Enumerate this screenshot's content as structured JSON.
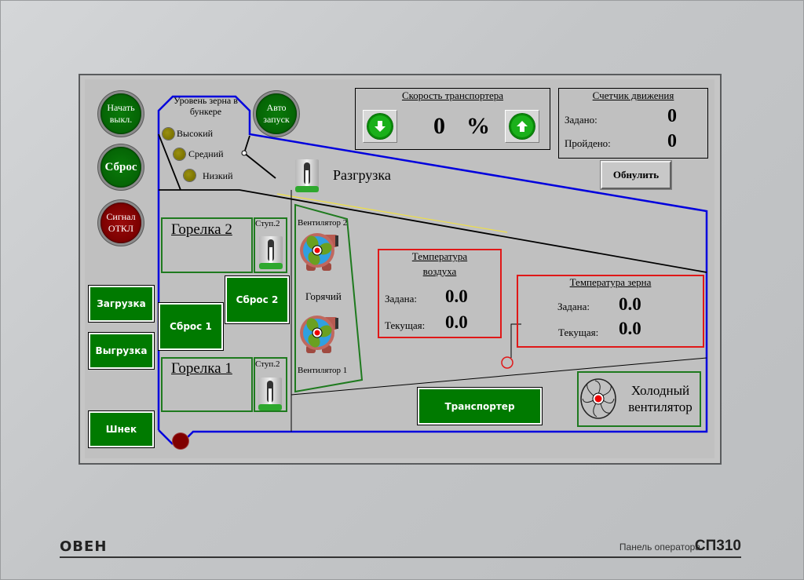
{
  "device": {
    "brand": "ОВЕН",
    "panel_label": "Панель оператора",
    "model": "СП310"
  },
  "left_controls": {
    "start_stop": "Начать выкл.",
    "reset": "Сброс",
    "signal_off": "Сигнал ОТКЛ",
    "auto_start": "Авто запуск"
  },
  "bunker": {
    "title": "Уровень зерна в бункере",
    "levels": [
      {
        "label": "Высокий",
        "color": "#7a7200"
      },
      {
        "label": "Средний",
        "color": "#7a7200"
      },
      {
        "label": "Низкий",
        "color": "#7a7200"
      }
    ]
  },
  "unloading": {
    "label": "Разгрузка"
  },
  "conveyor_speed": {
    "title": "Скорость транспортера",
    "value": "0",
    "unit": "%",
    "decrease_icon": "arrow-down-icon",
    "increase_icon": "arrow-up-icon"
  },
  "motion_counter": {
    "title": "Счетчик движения",
    "set_label": "Задано:",
    "set_value": "0",
    "passed_label": "Пройдено:",
    "passed_value": "0",
    "reset_button": "Обнулить"
  },
  "burners": {
    "burner2": {
      "label": "Горелка 2",
      "stage": "Ступ.2"
    },
    "burner1": {
      "label": "Горелка 1",
      "stage": "Ступ.2"
    }
  },
  "action_buttons": {
    "load": "Загрузка",
    "unload": "Выгрузка",
    "auger": "Шнек",
    "reset1": "Сброс 1",
    "reset2": "Сброс 2",
    "conveyor": "Транспортер"
  },
  "fans": {
    "fan2": "Вентилятор 2",
    "hot": "Горячий",
    "fan1": "Вентилятор 1",
    "cold": "Холодный вентилятор"
  },
  "air_temp": {
    "title_line1": "Температура",
    "title_line2": "воздуха",
    "set_label": "Задана:",
    "set_value": "0.0",
    "current_label": "Текущая:",
    "current_value": "0.0"
  },
  "grain_temp": {
    "title": "Температура зерна",
    "set_label": "Задана:",
    "set_value": "0.0",
    "current_label": "Текущая:",
    "current_value": "0.0"
  },
  "colors": {
    "pipe_blue": "#0000dd",
    "button_green": "#007a00",
    "alarm_red": "#e01818",
    "frame_green": "#1e7a1e"
  }
}
